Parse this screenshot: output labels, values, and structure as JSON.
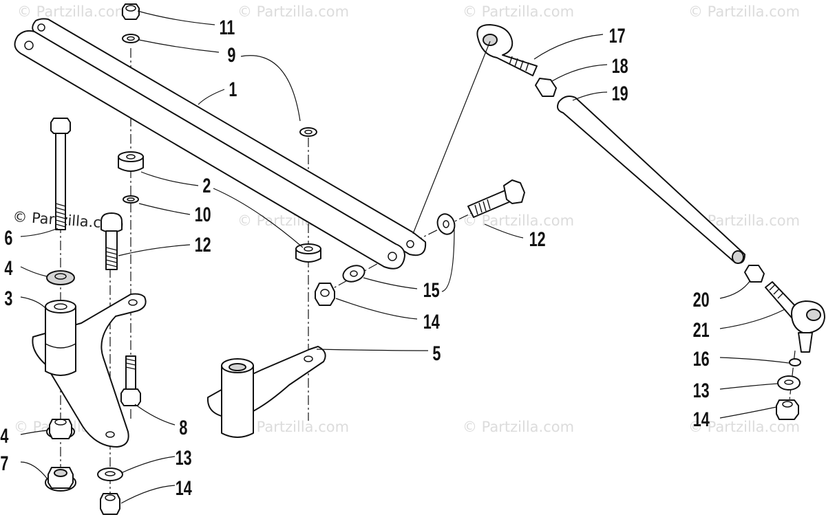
{
  "watermark_text": "© Partzilla.com",
  "callouts": [
    {
      "id": "c1",
      "number": "1"
    },
    {
      "id": "c2",
      "number": "2"
    },
    {
      "id": "c3",
      "number": "3"
    },
    {
      "id": "c4a",
      "number": "4"
    },
    {
      "id": "c4b",
      "number": "4"
    },
    {
      "id": "c5",
      "number": "5"
    },
    {
      "id": "c6",
      "number": "6"
    },
    {
      "id": "c7",
      "number": "7"
    },
    {
      "id": "c8",
      "number": "8"
    },
    {
      "id": "c9",
      "number": "9"
    },
    {
      "id": "c10",
      "number": "10"
    },
    {
      "id": "c11",
      "number": "11"
    },
    {
      "id": "c12a",
      "number": "12"
    },
    {
      "id": "c12b",
      "number": "12"
    },
    {
      "id": "c13a",
      "number": "13"
    },
    {
      "id": "c13b",
      "number": "13"
    },
    {
      "id": "c14a",
      "number": "14"
    },
    {
      "id": "c14b",
      "number": "14"
    },
    {
      "id": "c14c",
      "number": "14"
    },
    {
      "id": "c15",
      "number": "15"
    },
    {
      "id": "c16",
      "number": "16"
    },
    {
      "id": "c17",
      "number": "17"
    },
    {
      "id": "c18",
      "number": "18"
    },
    {
      "id": "c19",
      "number": "19"
    },
    {
      "id": "c20",
      "number": "20"
    },
    {
      "id": "c21",
      "number": "21"
    }
  ]
}
